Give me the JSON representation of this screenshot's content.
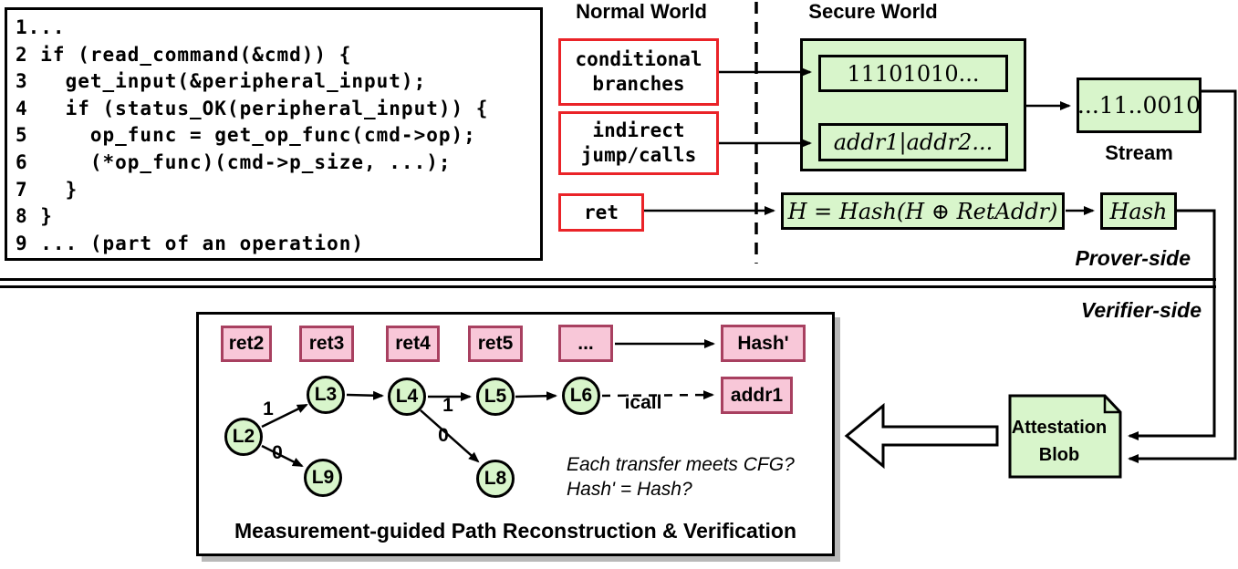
{
  "colors": {
    "green_fill": "#d8f5cb",
    "red_border": "#ea2328",
    "pink_fill": "#f8c7d8",
    "pink_border": "#a84060",
    "line_color": "#000000"
  },
  "code_panel": {
    "lines": [
      "1...",
      "2 if (read_command(&cmd)) {",
      "3   get_input(&peripheral_input);",
      "4   if (status_OK(peripheral_input)) {",
      "5     op_func = get_op_func(cmd->op);",
      "6     (*op_func)(cmd->p_size, ...);",
      "7   }",
      "8 }",
      "9 ... (part of an operation)"
    ]
  },
  "normal_world": {
    "title": "Normal World",
    "conditional_box": {
      "line1": "conditional",
      "line2": "branches"
    },
    "indirect_box": {
      "line1": "indirect",
      "line2": "jump/calls"
    },
    "ret_box": "ret"
  },
  "secure_world": {
    "title": "Secure World",
    "bits_box": "11101010...",
    "addr_box": "addr1|addr2...",
    "stream_box": "...11..0010",
    "stream_label": "Stream",
    "hash_formula": "H = Hash(H ⊕ RetAddr)",
    "hash_box": "Hash"
  },
  "sides": {
    "prover": "Prover-side",
    "verifier": "Verifier-side"
  },
  "verifier_panel": {
    "ret_boxes": [
      "ret2",
      "ret3",
      "ret4",
      "ret5",
      "..."
    ],
    "hash_prime": "Hash'",
    "addr1": "addr1",
    "nodes": [
      "L2",
      "L3",
      "L4",
      "L5",
      "L6",
      "L9",
      "L8"
    ],
    "edge_labels": {
      "l2_l3": "1",
      "l2_l9": "0",
      "l4_l5": "1",
      "l4_l8": "0",
      "icall": "icall"
    },
    "question_line1": "Each transfer meets CFG?",
    "question_line2": "Hash' = Hash?",
    "caption": "Measurement-guided Path Reconstruction & Verification"
  },
  "attestation": {
    "line1": "Attestation",
    "line2": "Blob"
  }
}
